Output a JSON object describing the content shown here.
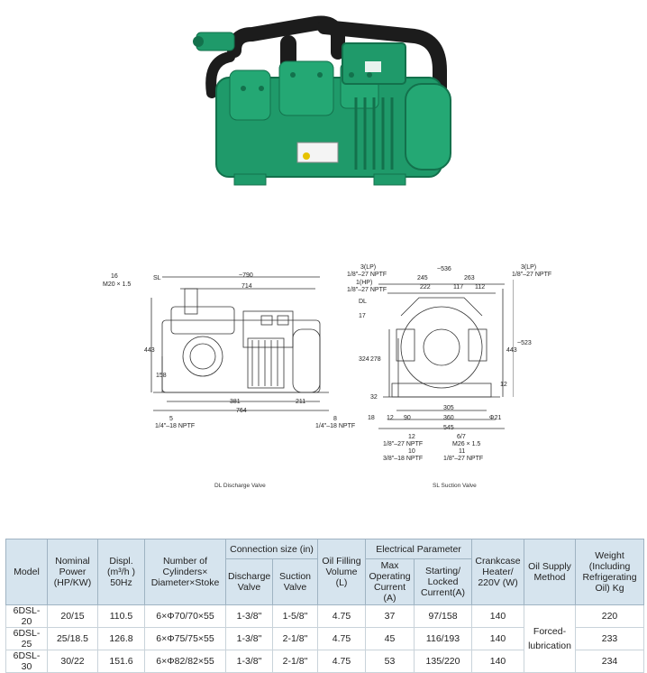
{
  "drawing_labels": {
    "left": {
      "d16": "16",
      "m20": "M20 × 1.5",
      "sl": "SL",
      "w790": "~790",
      "w714": "714",
      "h443": "443",
      "h158": "158",
      "d381": "381",
      "d211": "211",
      "d764": "764",
      "d5": "5",
      "npt_left": "1/4\"–18 NPTF",
      "d8": "8",
      "npt_right": "1/4\"–18 NPTF"
    },
    "right": {
      "lp3_left": "3(LP)",
      "npt27_a": "1/8\"–27 NPTF",
      "hp1": "1(HP)",
      "npt27_b": "1/8\"–27 NPTF",
      "dl": "DL",
      "d17": "17",
      "w536": "~536",
      "d245": "245",
      "d263": "263",
      "d222": "222",
      "d117": "117",
      "d112": "112",
      "lp3_right": "3(LP)",
      "npt27_c": "1/8\"–27 NPTF",
      "h324": "324",
      "h278": "278",
      "h443": "443",
      "h523": "~523",
      "d32": "32",
      "d12_side": "12",
      "d18": "18",
      "d12_bot": "12",
      "d90": "90",
      "d305": "305",
      "d360": "360",
      "d545": "545",
      "phi21": "Φ21",
      "d12_b2": "12",
      "npt27_d": "1/8\"–27 NPTF",
      "d10": "10",
      "npt18": "3/8\"–18 NPTF",
      "d67": "6/7",
      "m26": "M26 × 1.5",
      "d11": "11",
      "npt27_e": "1/8\"–27 NPTF"
    },
    "legend_dl": "DL Discharge Valve",
    "legend_sl": "SL Suction Valve"
  },
  "table": {
    "headers": {
      "model": "Model",
      "power": "Nominal Power (HP/KW)",
      "displ": "Displ. (m³/h ) 50Hz",
      "cyl": "Number of Cylinders× Diameter×Stoke",
      "conn": "Connection size (in)",
      "discharge": "Discharge Valve",
      "suction": "Suction Valve",
      "oil": "Oil Filling Volume (L)",
      "elec": "Electrical Parameter",
      "maxcur": "Max Operating Current (A)",
      "start": "Starting/ Locked Current(A)",
      "crank": "Crankcase Heater/ 220V (W)",
      "supply": "Oil Supply Method",
      "weight": "Weight (Including Refrigerating Oil) Kg"
    },
    "rows": [
      {
        "model": "6DSL-20",
        "power": "20/15",
        "displ": "110.5",
        "cyl": "6×Φ70/70×55",
        "discharge": "1-3/8\"",
        "suction": "1-5/8\"",
        "oil": "4.75",
        "maxcur": "37",
        "start": "97/158",
        "crank": "140",
        "weight": "220"
      },
      {
        "model": "6DSL-25",
        "power": "25/18.5",
        "displ": "126.8",
        "cyl": "6×Φ75/75×55",
        "discharge": "1-3/8\"",
        "suction": "2-1/8\"",
        "oil": "4.75",
        "maxcur": "45",
        "start": "116/193",
        "crank": "140",
        "weight": "233"
      },
      {
        "model": "6DSL-30",
        "power": "30/22",
        "displ": "151.6",
        "cyl": "6×Φ82/82×55",
        "discharge": "1-3/8\"",
        "suction": "2-1/8\"",
        "oil": "4.75",
        "maxcur": "53",
        "start": "135/220",
        "crank": "140",
        "weight": "234"
      }
    ],
    "oil_supply": "Forced-lubrication"
  },
  "colors": {
    "compressor_green": "#1f9a6a",
    "compressor_dark": "#13714c",
    "pipe_black": "#1c1c1c",
    "header_bg": "#d6e4ee"
  }
}
